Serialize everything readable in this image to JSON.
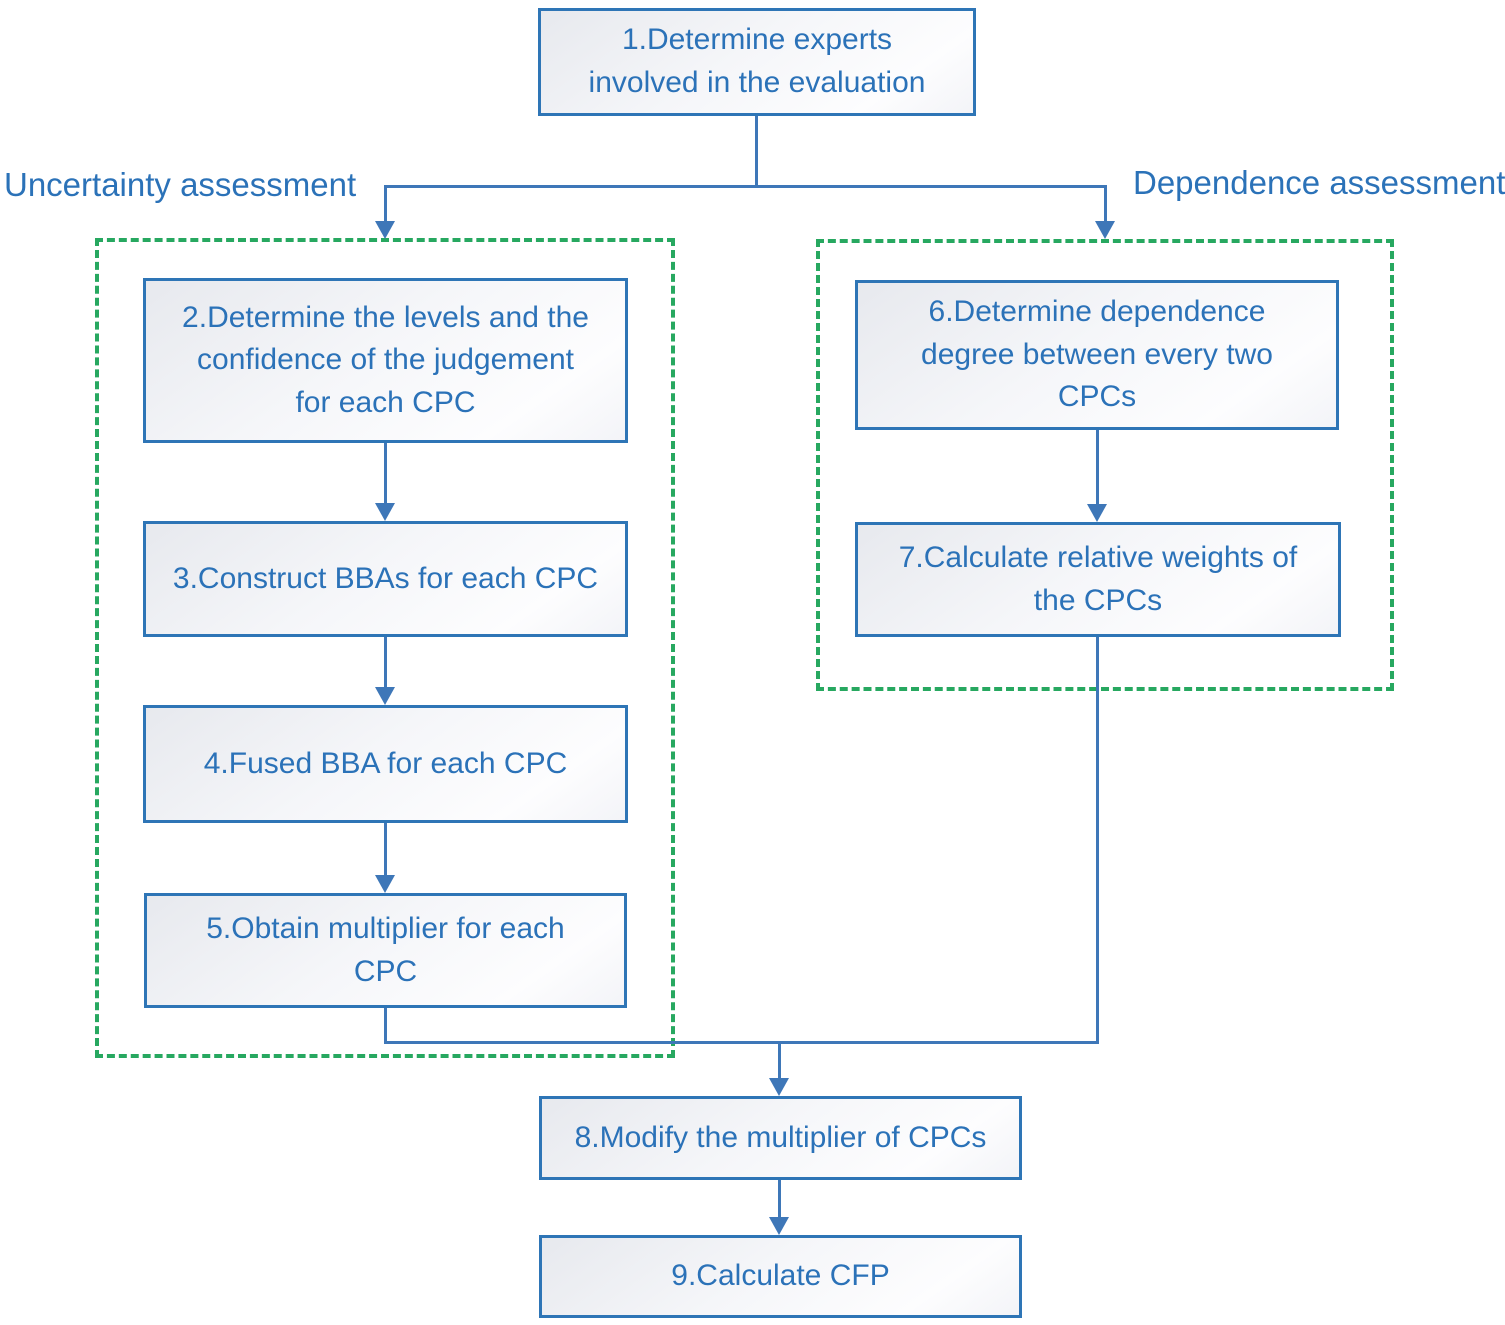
{
  "diagram": {
    "type": "flowchart",
    "groups": {
      "uncertainty": {
        "label": "Uncertainty assessment"
      },
      "dependence": {
        "label": "Dependence assessment"
      }
    },
    "nodes": {
      "step1": {
        "label": "1.Determine experts\ninvolved in the evaluation"
      },
      "step2": {
        "label": "2.Determine the levels and the\nconfidence of the judgement\nfor each CPC"
      },
      "step3": {
        "label": "3.Construct BBAs for each CPC"
      },
      "step4": {
        "label": "4.Fused BBA for each CPC"
      },
      "step5": {
        "label": "5.Obtain multiplier for each\nCPC"
      },
      "step6": {
        "label": "6.Determine dependence\ndegree between every two\nCPCs"
      },
      "step7": {
        "label": "7.Calculate relative weights of\nthe CPCs"
      },
      "step8": {
        "label": "8.Modify the multiplier of CPCs"
      },
      "step9": {
        "label": "9.Calculate CFP"
      }
    },
    "colors": {
      "box_border": "#2e75b6",
      "text": "#2b72b8",
      "connector": "#3e77b8",
      "group_dash": "#27a860",
      "box_fill_top": "#e7e9ee",
      "box_fill_bottom": "#fdfdfe"
    }
  }
}
